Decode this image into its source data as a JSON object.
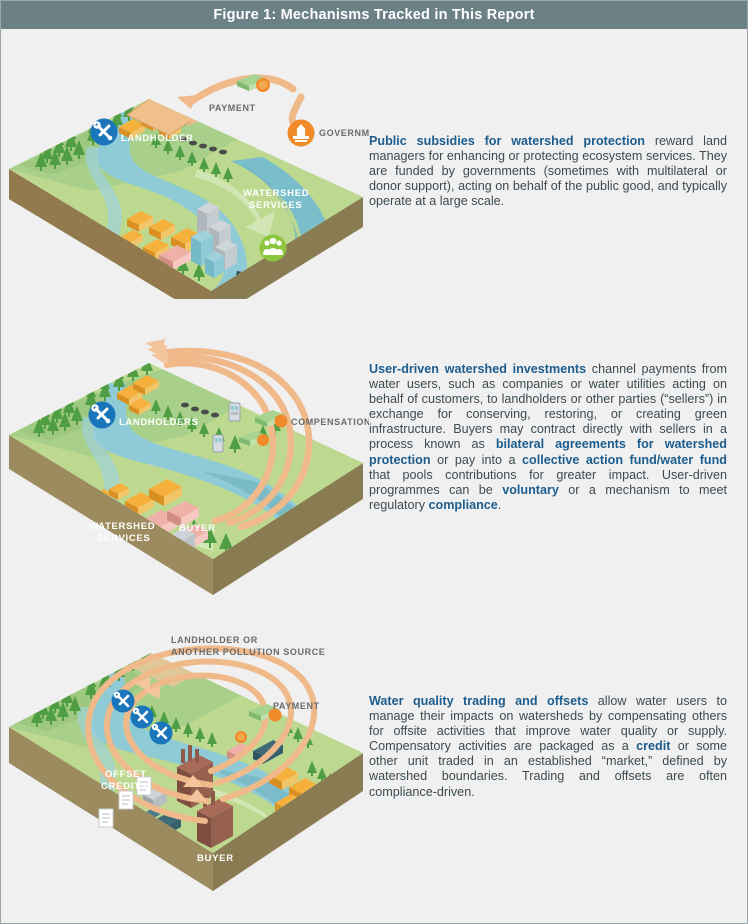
{
  "header": {
    "title": "Figure 1: Mechanisms Tracked in This Report"
  },
  "colors": {
    "header_bg": "#6b8186",
    "panel_bg": "#f0f0f0",
    "panel_border": "#9aa7ab",
    "body_text": "#3c4a52",
    "bold_accent": "#1d5d8e",
    "grass_light": "#c3dd93",
    "grass_mid": "#a9d08a",
    "grass_dark": "#8cc07e",
    "soil_top": "#8a6b42",
    "soil_side": "#9c8b5e",
    "water": "#7fc0cd",
    "water_deep": "#5aa3b4",
    "arrow_peach": "#f0b98a",
    "icon_blue": "#1b75bb",
    "icon_orange": "#f08a2a",
    "icon_green": "#8cc63f",
    "label_gray": "#6b6b6b",
    "label_white": "#ffffff",
    "tree_green": "#5aa84b",
    "tree_dark": "#3f8c3a",
    "house_orange": "#f5a623",
    "house_pink": "#e8a7a0",
    "building_gray": "#b9bfc4",
    "factory_brown": "#8f5a4a"
  },
  "sections": [
    {
      "id": "public-subsidies",
      "illustration": {
        "name": "public-subsidies-watershed-diagram",
        "labels": [
          {
            "name": "landholder-label",
            "text": "LANDHOLDER",
            "style": "white"
          },
          {
            "name": "payment-label",
            "text": "PAYMENT",
            "style": "gray"
          },
          {
            "name": "government-label",
            "text": "GOVERNMENT",
            "style": "gray"
          },
          {
            "name": "watershed-services-label",
            "text": "WATERSHED\nSERVICES",
            "line1": "WATERSHED",
            "line2": "SERVICES",
            "style": "white"
          }
        ],
        "icons": [
          {
            "name": "landholder-tools-icon",
            "color": "#1b75bb"
          },
          {
            "name": "government-capitol-icon",
            "color": "#f08a2a"
          },
          {
            "name": "beneficiaries-people-icon",
            "color": "#8cc63f"
          },
          {
            "name": "money-banknote-icon",
            "color": "#8cc98a"
          }
        ]
      },
      "text": {
        "bold_lead": "Public subsidies for watershed protection",
        "body": " reward land managers for enhancing or protecting ecosystem services. They are funded by governments (sometimes with multilateral or donor support), acting on behalf of the public good, and typically operate at a large scale."
      }
    },
    {
      "id": "user-driven",
      "illustration": {
        "name": "user-driven-watershed-diagram",
        "labels": [
          {
            "name": "landholders-label",
            "text": "LANDHOLDERS",
            "style": "white"
          },
          {
            "name": "compensation-label",
            "text": "COMPENSATION",
            "style": "gray"
          },
          {
            "name": "watershed-services-label",
            "line1": "WATERSHED",
            "line2": "SERVICES",
            "style": "white"
          },
          {
            "name": "buyer-label",
            "text": "BUYER",
            "style": "white"
          }
        ],
        "icons": [
          {
            "name": "landholder-tools-icon",
            "color": "#1b75bb"
          },
          {
            "name": "money-banknote-icon",
            "color": "#8cc98a"
          },
          {
            "name": "water-utility-icon",
            "color": "#b9bfc4"
          }
        ]
      },
      "text": {
        "bold_lead": "User-driven watershed investments",
        "runs": [
          {
            "t": " channel payments from water users, such as companies or water utilities acting on behalf of customers, to landholders or other parties (“sellers”) in exchange for conserving, restoring, or creating green infrastructure. Buyers may contract directly with sellers in a process known as ",
            "b": false
          },
          {
            "t": "bilateral agreements for watershed protection",
            "b": true
          },
          {
            "t": " or pay into a ",
            "b": false
          },
          {
            "t": "collective action fund/water fund",
            "b": true
          },
          {
            "t": " that pools contributions for greater impact. User-driven programmes can be ",
            "b": false
          },
          {
            "t": "voluntary",
            "b": true
          },
          {
            "t": " or a mechanism to meet regulatory ",
            "b": false
          },
          {
            "t": "compliance",
            "b": true
          },
          {
            "t": ".",
            "b": false
          }
        ]
      }
    },
    {
      "id": "water-quality-trading",
      "illustration": {
        "name": "water-quality-trading-diagram",
        "labels": [
          {
            "name": "pollution-source-label",
            "line1": "LANDHOLDER OR",
            "line2": "ANOTHER POLLUTION SOURCE",
            "style": "gray"
          },
          {
            "name": "payment-label",
            "text": "PAYMENT",
            "style": "gray"
          },
          {
            "name": "offset-credits-label",
            "line1": "OFFSET",
            "line2": "CREDITS",
            "style": "white"
          },
          {
            "name": "buyer-label",
            "text": "BUYER",
            "style": "white"
          }
        ],
        "icons": [
          {
            "name": "landholder-tools-icon-1",
            "color": "#1b75bb"
          },
          {
            "name": "landholder-tools-icon-2",
            "color": "#1b75bb"
          },
          {
            "name": "landholder-tools-icon-3",
            "color": "#1b75bb"
          },
          {
            "name": "credit-certificate-icon",
            "color": "#ffffff"
          },
          {
            "name": "money-banknote-icon",
            "color": "#8cc98a"
          }
        ]
      },
      "text": {
        "bold_lead": "Water quality trading and offsets",
        "runs": [
          {
            "t": " allow water users to manage their impacts on watersheds by compensating others for offsite activities that improve water quality or supply. Compensatory activities are packaged as a ",
            "b": false
          },
          {
            "t": "credit",
            "b": true
          },
          {
            "t": " or some other unit traded in an established “market,” defined by watershed boundaries. Trading and offsets are often compliance-driven.",
            "b": false
          }
        ]
      }
    }
  ]
}
